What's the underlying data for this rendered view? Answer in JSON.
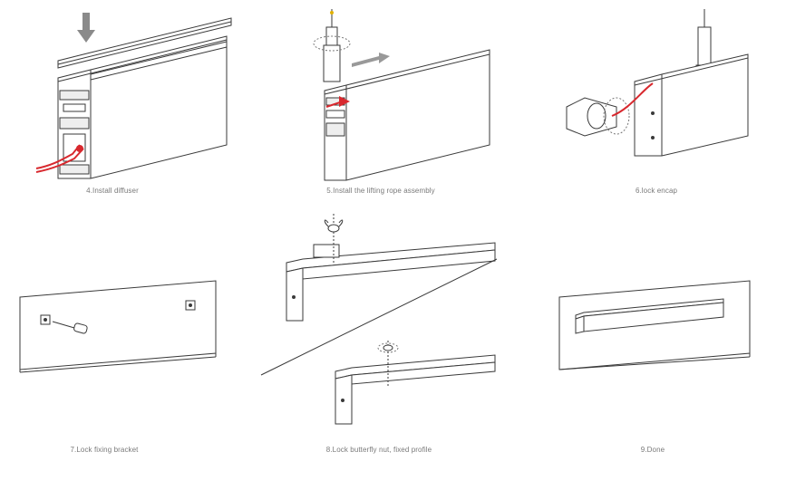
{
  "steps": [
    {
      "label": "4.Install diffuser"
    },
    {
      "label": "5.Install the lifting rope assembly"
    },
    {
      "label": "6.lock encap"
    },
    {
      "label": "7.Lock fixing bracket"
    },
    {
      "label": "8.Lock butterfly nut, fixed profile"
    },
    {
      "label": "9.Done"
    }
  ],
  "colors": {
    "line": "#3a3a3a",
    "accent_red": "#d8282e",
    "arrow_gray": "#888888",
    "caption": "#7a7a7a"
  }
}
